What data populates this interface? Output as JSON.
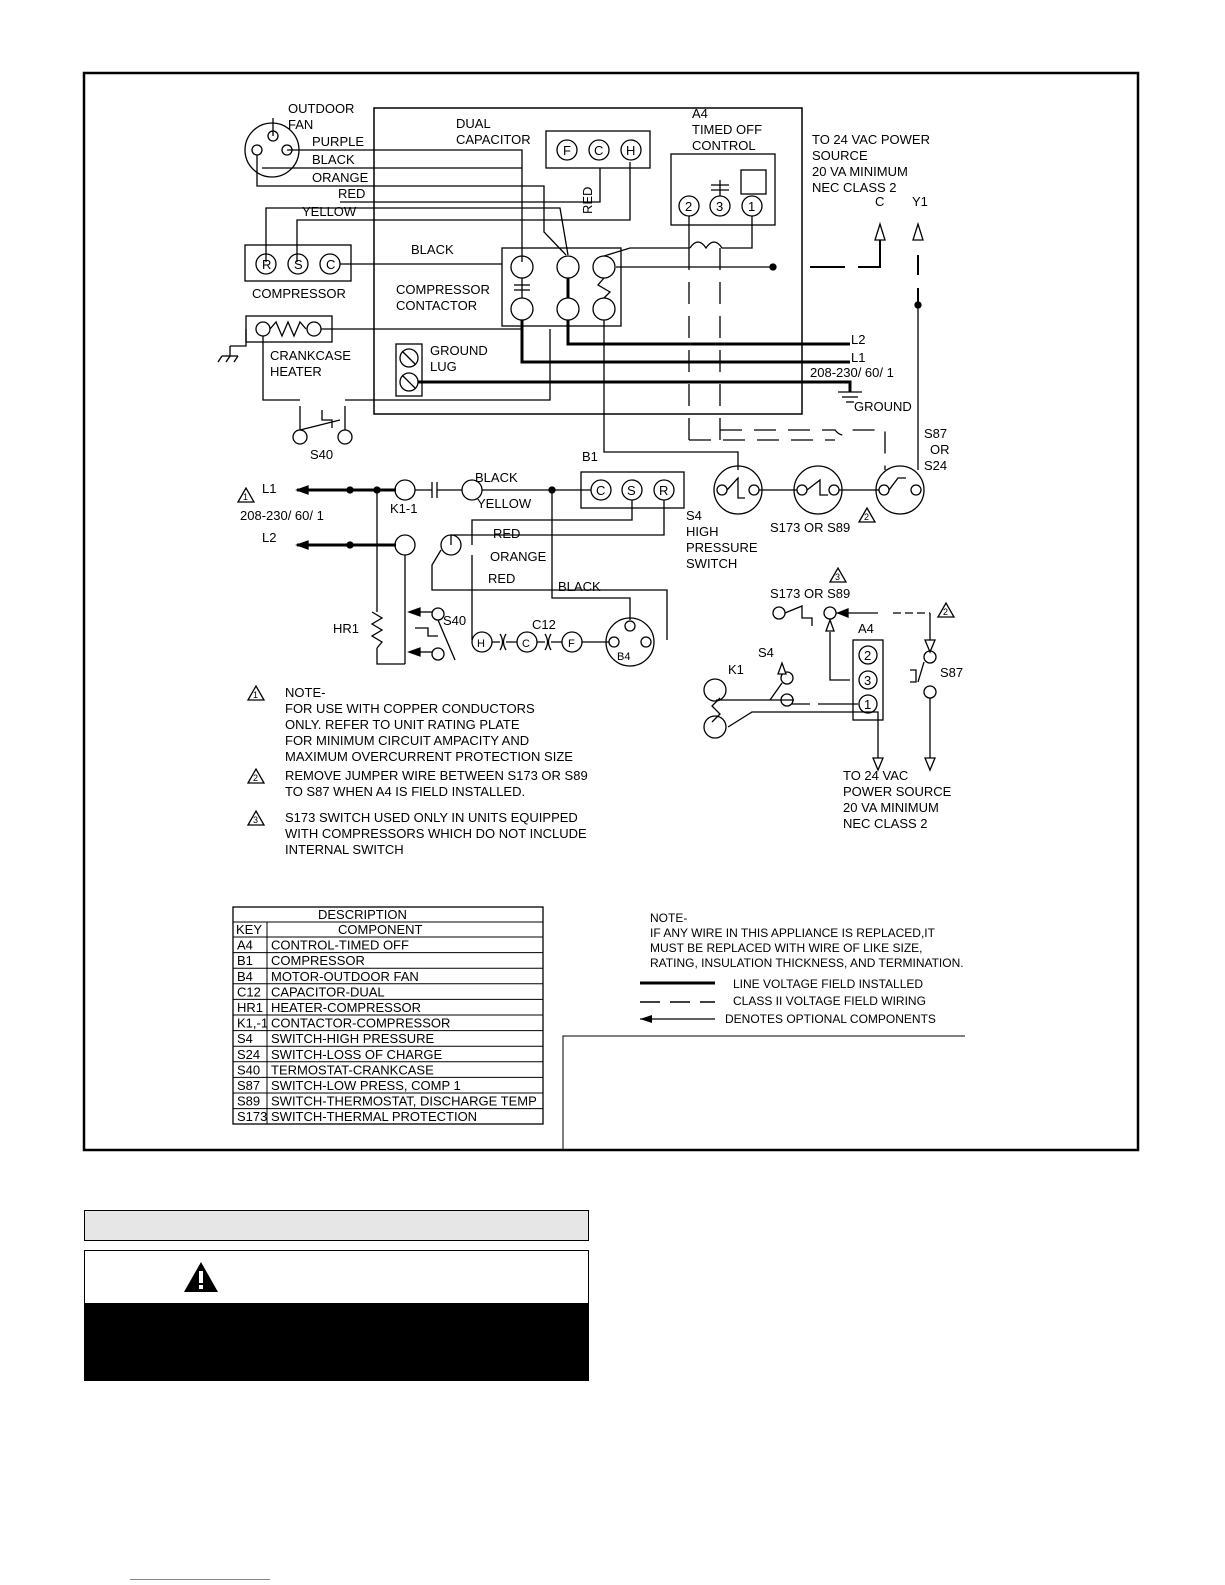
{
  "labels": {
    "outdoor_fan": [
      "OUTDOOR",
      "FAN"
    ],
    "purple": "PURPLE",
    "black": "BLACK",
    "orange": "ORANGE",
    "red": "RED",
    "yellow": "YELLOW",
    "dual_capacitor": [
      "DUAL",
      "CAPACITOR"
    ],
    "cap_f": "F",
    "cap_c": "C",
    "cap_h": "H",
    "a4_title": [
      "A4",
      "TIMED OFF",
      "CONTROL"
    ],
    "n1": "1",
    "n2": "2",
    "n3": "3",
    "power_source": [
      "TO 24 VAC POWER",
      "SOURCE",
      "20 VA MINIMUM",
      "NEC CLASS 2"
    ],
    "c": "C",
    "y1": "Y1",
    "compressor": "COMPRESSOR",
    "comp_r": "R",
    "comp_s": "S",
    "comp_c": "C",
    "compressor_contactor": [
      "COMPRESSOR",
      "CONTACTOR"
    ],
    "crankcase_heater": [
      "CRANKCASE",
      "HEATER"
    ],
    "ground_lug": [
      "GROUND",
      "LUG"
    ],
    "l1": "L1",
    "l2": "L2",
    "voltage": "208-230/ 60/ 1",
    "ground": "GROUND",
    "s40": "S40",
    "s87_s24": [
      "S87",
      "OR",
      "S24"
    ],
    "b1": "B1",
    "k1_1": "K1-1",
    "s4_block": [
      "S4",
      "HIGH",
      "PRESSURE",
      "SWITCH"
    ],
    "s173_s89": "S173 OR S89",
    "hr1": "HR1",
    "c12": "C12",
    "b4": "B4",
    "a4": "A4",
    "s4": "S4",
    "k1": "K1",
    "s87": "S87",
    "power_source_2": [
      "TO 24 VAC",
      "POWER SOURCE",
      "20 VA MINIMUM",
      "NEC CLASS 2"
    ],
    "note_label": "NOTE-",
    "note1": [
      "FOR USE WITH COPPER CONDUCTORS",
      "ONLY. REFER TO UNIT RATING PLATE",
      "FOR MINIMUM CIRCUIT AMPACITY AND",
      "MAXIMUM OVERCURRENT PROTECTION SIZE"
    ],
    "note2": [
      "REMOVE JUMPER WIRE BETWEEN S173 OR S89",
      "TO S87 WHEN A4 IS FIELD INSTALLED."
    ],
    "note3": [
      "S173 SWITCH USED ONLY IN UNITS EQUIPPED",
      "WITH COMPRESSORS WHICH DO NOT INCLUDE",
      "INTERNAL SWITCH"
    ],
    "note_right": [
      "NOTE-",
      "IF ANY WIRE IN THIS APPLIANCE IS REPLACED,IT",
      "MUST BE REPLACED WITH WIRE OF LIKE SIZE,",
      "RATING, INSULATION THICKNESS, AND TERMINATION."
    ],
    "legend_line": "LINE VOLTAGE FIELD INSTALLED",
    "legend_class2": "CLASS II VOLTAGE FIELD WIRING",
    "legend_optional": "DENOTES OPTIONAL COMPONENTS"
  },
  "table": {
    "description": "DESCRIPTION",
    "key_header": "KEY",
    "component_header": "COMPONENT",
    "rows": [
      {
        "key": "A4",
        "component": "CONTROL-TIMED OFF"
      },
      {
        "key": "B1",
        "component": "COMPRESSOR"
      },
      {
        "key": "B4",
        "component": "MOTOR-OUTDOOR FAN"
      },
      {
        "key": "C12",
        "component": "CAPACITOR-DUAL"
      },
      {
        "key": "HR1",
        "component": "HEATER-COMPRESSOR"
      },
      {
        "key": "K1,-1",
        "component": "CONTACTOR-COMPRESSOR"
      },
      {
        "key": "S4",
        "component": "SWITCH-HIGH PRESSURE"
      },
      {
        "key": "S24",
        "component": "SWITCH-LOSS OF CHARGE"
      },
      {
        "key": "S40",
        "component": "TERMOSTAT-CRANKCASE"
      },
      {
        "key": "S87",
        "component": "SWITCH-LOW PRESS, COMP 1"
      },
      {
        "key": "S89",
        "component": "SWITCH-THERMOSTAT, DISCHARGE TEMP"
      },
      {
        "key": "S173",
        "component": "SWITCH-THERMAL PROTECTION"
      }
    ]
  },
  "colors": {
    "line": "#000000",
    "warning_title_bg": "#e6e6e6",
    "warning_body_bg": "#000000"
  },
  "icons": {
    "warning": "warning-triangle-icon"
  }
}
